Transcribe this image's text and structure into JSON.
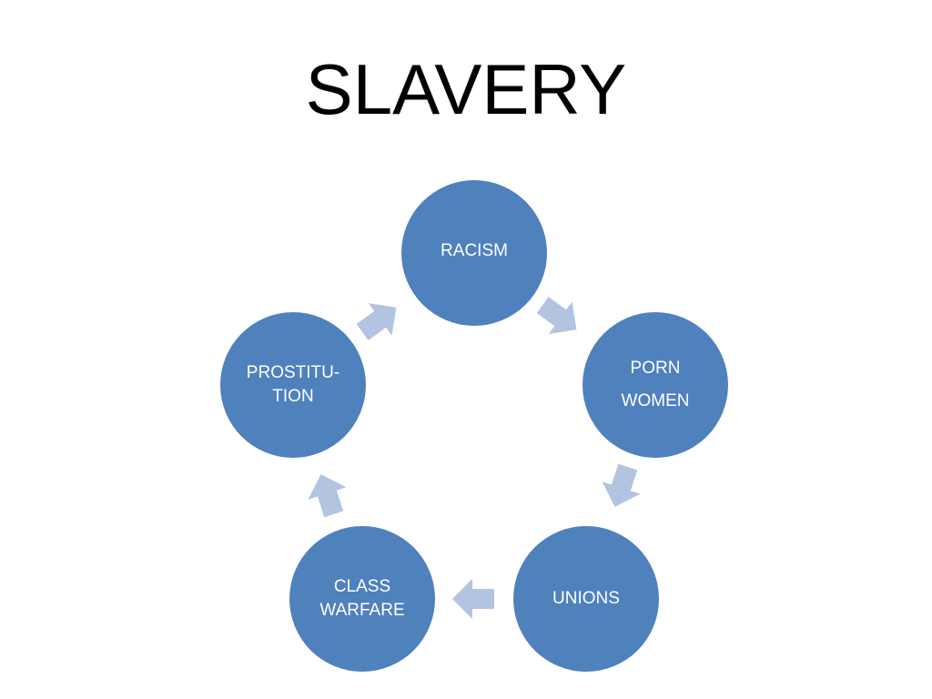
{
  "slide": {
    "title": "SLAVERY"
  },
  "colors": {
    "node_fill": "#4f81bd",
    "arrow_fill": "#b3c4e0",
    "title_text": "#000000",
    "node_text": "#ffffff"
  },
  "cycle": {
    "nodes": [
      {
        "id": "racism",
        "lines": [
          "RACISM"
        ]
      },
      {
        "id": "porn-women",
        "lines": [
          "PORN",
          "WOMEN"
        ]
      },
      {
        "id": "unions",
        "lines": [
          "UNIONS"
        ]
      },
      {
        "id": "class-warfare",
        "lines": [
          "CLASS",
          "WARFARE"
        ]
      },
      {
        "id": "prostitution",
        "lines": [
          "PROSTITU-",
          "TION"
        ]
      }
    ],
    "direction": "clockwise"
  }
}
